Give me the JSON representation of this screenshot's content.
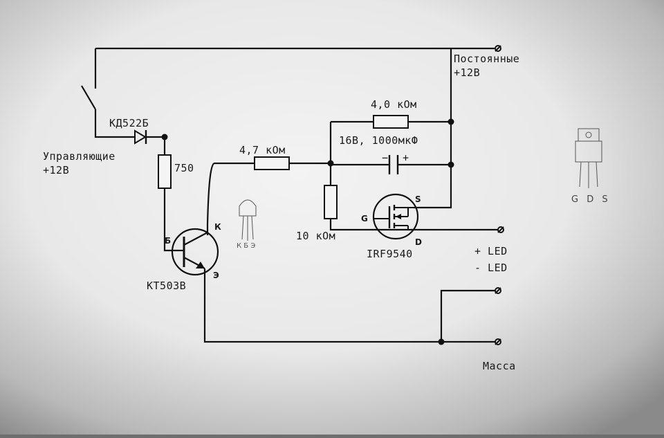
{
  "labels": {
    "constant_line1": "Постоянные",
    "constant_line2": "+12В",
    "control_line1": "Управляющие",
    "control_line2": "+12В",
    "diode": "КД522Б",
    "r_750": "750",
    "r_4k7": "4,7 кОм",
    "r_4k0": "4,0 кОм",
    "capacitor": "16В, 1000мкФ",
    "r_10k": "10 кОм",
    "mosfet": "IRF9540",
    "transistor": "КТ503В",
    "led_plus": "+ LED",
    "led_minus": "- LED",
    "ground": "Масса"
  },
  "pins": {
    "base": "Б",
    "collector": "К",
    "emitter": "Э",
    "gate": "G",
    "drain": "D",
    "source": "S"
  },
  "cap_polarity": {
    "minus": "−",
    "plus": "+"
  },
  "sketches": {
    "mosfet_pins": "G D S",
    "transistor_pins": "К Б Э"
  }
}
